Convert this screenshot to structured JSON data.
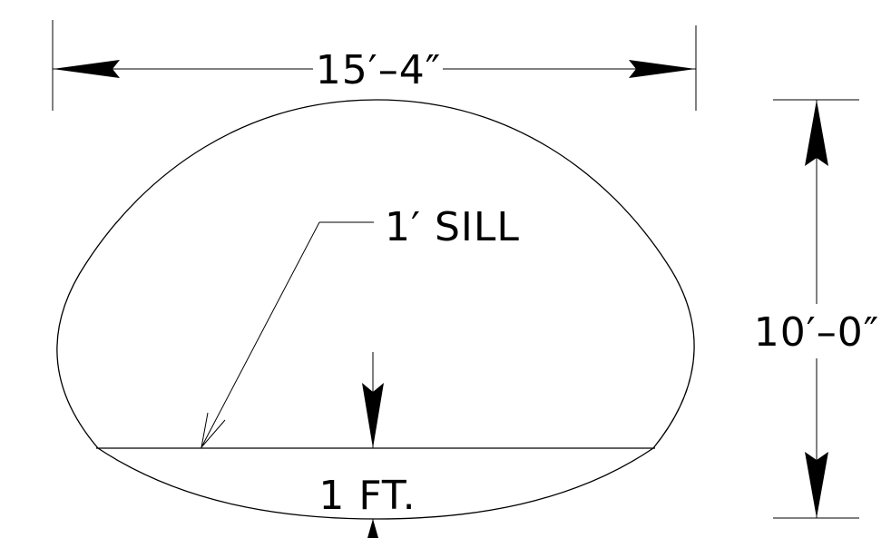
{
  "drawing": {
    "labels": {
      "width": "15′–4″",
      "height": "10′–0″",
      "sill": "1′ SILL",
      "sill_depth": "1 FT."
    },
    "colors": {
      "line": "#000000",
      "background": "#ffffff"
    }
  }
}
